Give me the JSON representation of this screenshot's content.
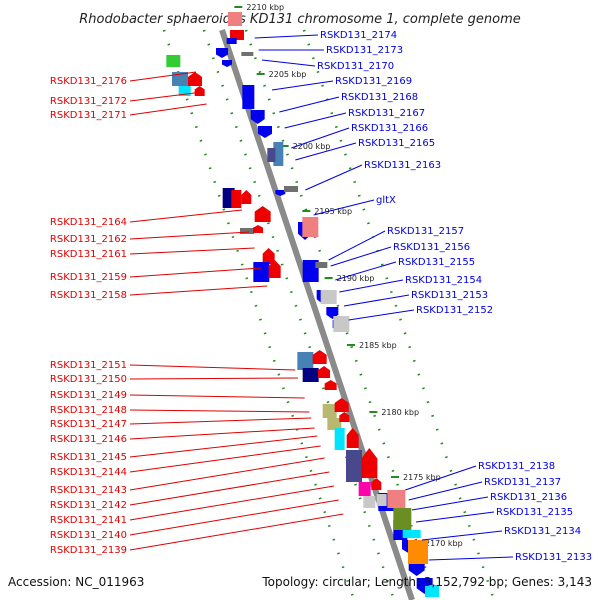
{
  "header": {
    "title": "Rhodobacter sphaeroides KD131 chromosome 1, complete genome"
  },
  "footer": {
    "accession": "Accession: NC_011963",
    "topology": "Topology: circular; Length: 3,152,792 bp; Genes: 3,143"
  },
  "colors": {
    "backbone": "#8a8a8a",
    "tick": "#228b22",
    "left_label": "#e00000",
    "right_label": "#0000dd",
    "blue": "#0000ee",
    "red": "#ee0000",
    "light_red": "#f08080",
    "navy": "#000080",
    "steel": "#4682b4",
    "gray": "#707070",
    "light_gray": "#c8c8c8",
    "cyan": "#00e5ff",
    "green": "#33cc33",
    "olive": "#6b8e23",
    "khaki": "#b8b870",
    "orange": "#ff8c00",
    "slate": "#48488c",
    "magenta": "#ff00aa"
  },
  "kbp_ticks": [
    "2210 kbp",
    "2205 kbp",
    "2200 kbp",
    "2195 kbp",
    "2190 kbp",
    "2185 kbp",
    "2180 kbp",
    "2175 kbp",
    "2170 kbp"
  ],
  "left_labels": [
    "RSKD131_2176",
    "RSKD131_2172",
    "RSKD131_2171",
    "RSKD131_2164",
    "RSKD131_2162",
    "RSKD131_2161",
    "RSKD131_2159",
    "RSKD131_2158",
    "RSKD131_2151",
    "RSKD131_2150",
    "RSKD131_2149",
    "RSKD131_2148",
    "RSKD131_2147",
    "RSKD131_2146",
    "RSKD131_2145",
    "RSKD131_2144",
    "RSKD131_2143",
    "RSKD131_2142",
    "RSKD131_2141",
    "RSKD131_2140",
    "RSKD131_2139"
  ],
  "right_labels": [
    "RSKD131_2174",
    "RSKD131_2173",
    "RSKD131_2170",
    "RSKD131_2169",
    "RSKD131_2168",
    "RSKD131_2167",
    "RSKD131_2166",
    "RSKD131_2165",
    "RSKD131_2163",
    "gltX",
    "RSKD131_2157",
    "RSKD131_2156",
    "RSKD131_2155",
    "RSKD131_2154",
    "RSKD131_2153",
    "RSKD131_2152",
    "RSKD131_2138",
    "RSKD131_2137",
    "RSKD131_2136",
    "RSKD131_2135",
    "RSKD131_2134",
    "RSKD131_2133"
  ]
}
